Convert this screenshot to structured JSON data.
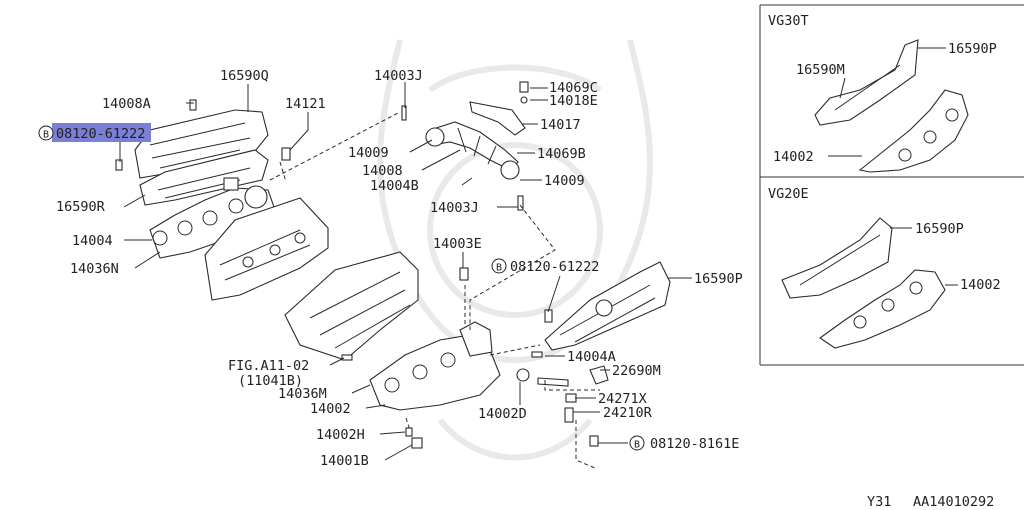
{
  "main": {
    "labels": [
      {
        "id": "16590Q",
        "text": "16590Q"
      },
      {
        "id": "14008A",
        "text": "14008A"
      },
      {
        "id": "14121",
        "text": "14121"
      },
      {
        "id": "ref-1",
        "text": "08120-61222"
      },
      {
        "id": "16590R",
        "text": "16590R"
      },
      {
        "id": "14004",
        "text": "14004"
      },
      {
        "id": "14036N",
        "text": "14036N"
      },
      {
        "id": "14003J-top",
        "text": "14003J"
      },
      {
        "id": "14069C",
        "text": "14069C"
      },
      {
        "id": "14018E",
        "text": "14018E"
      },
      {
        "id": "14017",
        "text": "14017"
      },
      {
        "id": "14009-a",
        "text": "14009"
      },
      {
        "id": "14008",
        "text": "14008"
      },
      {
        "id": "14004B",
        "text": "14004B"
      },
      {
        "id": "14069B",
        "text": "14069B"
      },
      {
        "id": "14009-b",
        "text": "14009"
      },
      {
        "id": "14003J-bot",
        "text": "14003J"
      },
      {
        "id": "14003E",
        "text": "14003E"
      },
      {
        "id": "ref-2",
        "text": "08120-61222"
      },
      {
        "id": "16590P-main",
        "text": "16590P"
      },
      {
        "id": "fig",
        "text": "FIG.A11-02"
      },
      {
        "id": "fig-sub",
        "text": "(11041B)"
      },
      {
        "id": "14004A",
        "text": "14004A"
      },
      {
        "id": "22690M",
        "text": "22690M"
      },
      {
        "id": "14036M",
        "text": "14036M"
      },
      {
        "id": "14002-main",
        "text": "14002"
      },
      {
        "id": "24271X",
        "text": "24271X"
      },
      {
        "id": "14002D",
        "text": "14002D"
      },
      {
        "id": "24210R",
        "text": "24210R"
      },
      {
        "id": "14002H",
        "text": "14002H"
      },
      {
        "id": "ref-3",
        "text": "08120-8161E"
      },
      {
        "id": "14001B",
        "text": "14001B"
      }
    ],
    "bolt_badge": "B"
  },
  "vg30t": {
    "title": "VG30T",
    "labels": [
      {
        "id": "16590P",
        "text": "16590P"
      },
      {
        "id": "16590M",
        "text": "16590M"
      },
      {
        "id": "14002",
        "text": "14002"
      }
    ]
  },
  "vg20e": {
    "title": "VG20E",
    "labels": [
      {
        "id": "16590P",
        "text": "16590P"
      },
      {
        "id": "14002",
        "text": "14002"
      }
    ]
  },
  "footer": {
    "code": "Y31",
    "ref": "AA14010292"
  },
  "colors": {
    "highlight": "#7b7fd6",
    "line": "#2b2b2b"
  }
}
